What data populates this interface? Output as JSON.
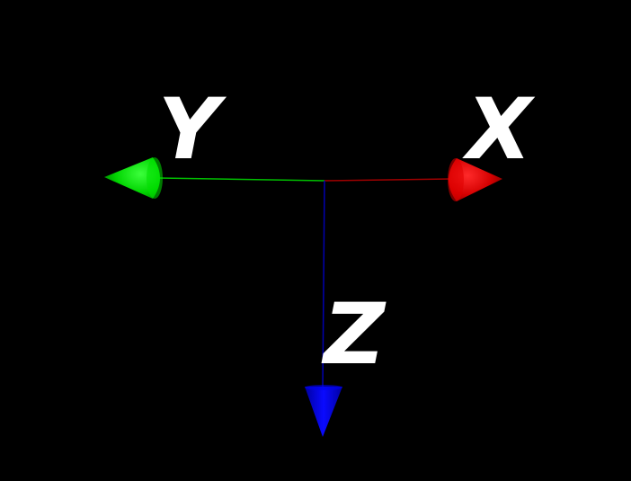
{
  "background_color": "#000000",
  "label_color": "#ffffff",
  "axes": {
    "x": {
      "label": "X",
      "color": "#e00000",
      "line_color": "#a00000",
      "arrow_icon": "cone-arrow-right-icon"
    },
    "y": {
      "label": "Y",
      "color": "#00e000",
      "line_color": "#00c000",
      "arrow_icon": "cone-arrow-left-icon"
    },
    "z": {
      "label": "Z",
      "color": "#0000f0",
      "line_color": "#0000b0",
      "arrow_icon": "cone-arrow-down-icon"
    }
  }
}
